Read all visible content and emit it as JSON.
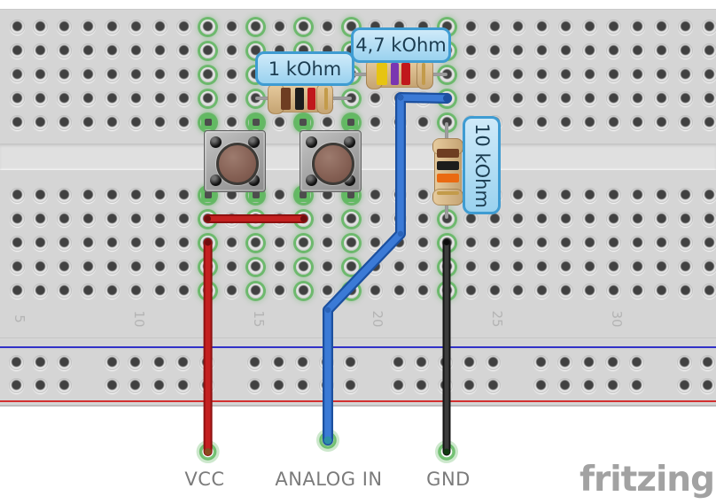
{
  "board": {
    "column_labels": [
      "5",
      "10",
      "15",
      "20",
      "25",
      "30"
    ],
    "highlighted_columns": [
      13,
      15,
      17,
      19,
      23
    ],
    "highlight_color": "#58b458",
    "rail_blue_line_color": "#3232c8",
    "rail_red_line_color": "#d23030"
  },
  "parts": {
    "resistor_1k": {
      "label": "1 kOhm",
      "bands": [
        "brown",
        "black",
        "red",
        "gold"
      ]
    },
    "resistor_4k7": {
      "label": "4,7 kOhm",
      "bands": [
        "yellow",
        "violet",
        "red",
        "gold"
      ]
    },
    "resistor_10k": {
      "label": "10 kOhm",
      "bands": [
        "brown",
        "black",
        "orange",
        "gold"
      ]
    },
    "pushbuttons": [
      "pushbutton-left",
      "pushbutton-right"
    ]
  },
  "wires": {
    "vcc": {
      "label": "VCC",
      "color": "#c42020"
    },
    "analog": {
      "label": "ANALOG IN",
      "color": "#3b7ad6"
    },
    "gnd": {
      "label": "GND",
      "color": "#3c3c3c"
    }
  },
  "watermark": "fritzing"
}
